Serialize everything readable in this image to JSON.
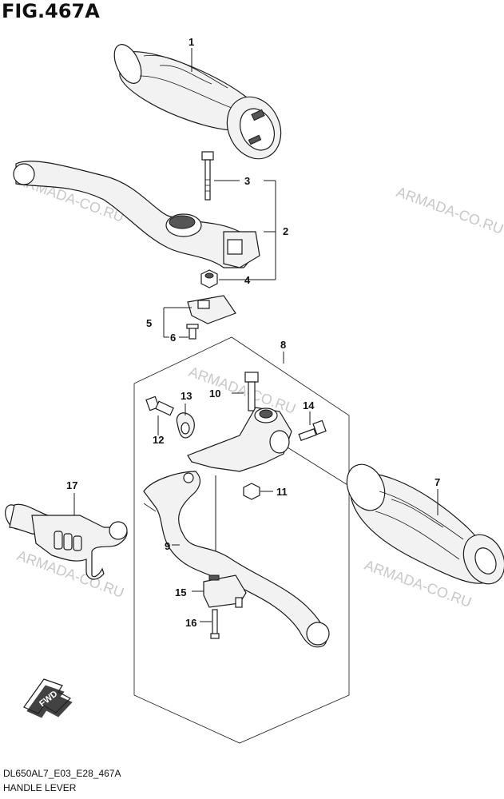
{
  "title": "FIG.467A",
  "footer": {
    "code": "DL650AL7_E03_E28_467A",
    "name": "HANDLE LEVER"
  },
  "watermark": "ARMADA-CO.RU",
  "fwd_label": "FWD",
  "callouts": {
    "c1": "1",
    "c2": "2",
    "c3": "3",
    "c4": "4",
    "c5": "5",
    "c6": "6",
    "c7": "7",
    "c8": "8",
    "c9": "9",
    "c10": "10",
    "c11": "11",
    "c12": "12",
    "c13": "13",
    "c14": "14",
    "c15": "15",
    "c16": "16",
    "c17": "17"
  }
}
